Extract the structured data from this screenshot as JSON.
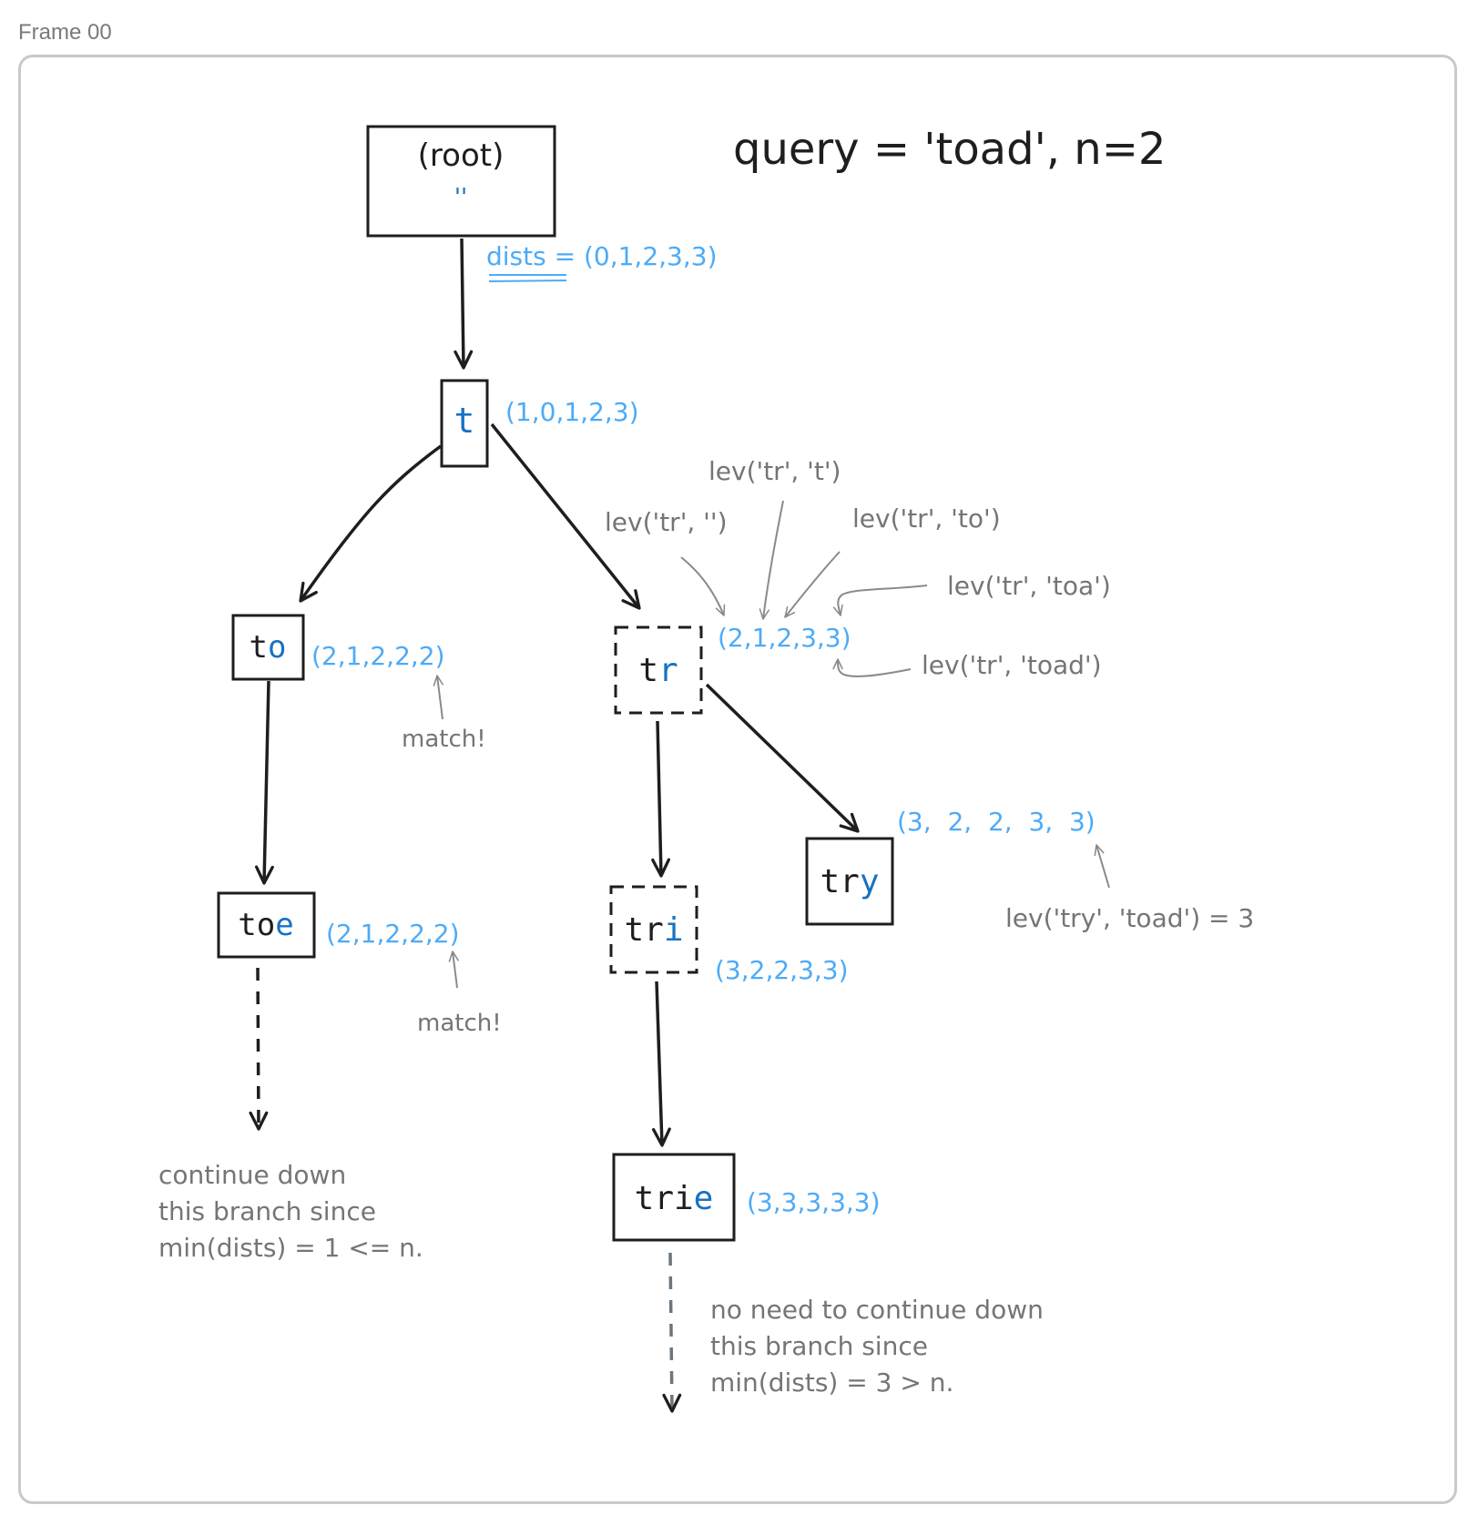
{
  "frame": {
    "title": "Frame 00"
  },
  "query_title": "query = 'toad', n=2",
  "colors": {
    "ink": "#1e1e1e",
    "blue": "#1971c2",
    "lightblue": "#4dabf7",
    "gray": "#757575"
  },
  "nodes": {
    "root": {
      "label": "(root)",
      "sub": "''"
    },
    "t": {
      "prefix": "",
      "last": "t"
    },
    "to": {
      "prefix": "t",
      "last": "o"
    },
    "tr": {
      "prefix": "t",
      "last": "r"
    },
    "toe": {
      "prefix": "to",
      "last": "e"
    },
    "tri": {
      "prefix": "tr",
      "last": "i"
    },
    "try": {
      "prefix": "tr",
      "last": "y"
    },
    "trie": {
      "prefix": "tri",
      "last": "e"
    }
  },
  "dists": {
    "root_label": "dists",
    "root_value": " = (0,1,2,3,3)",
    "t": "(1,0,1,2,3)",
    "to": "(2,1,2,2,2)",
    "tr": "(2,1,2,3,3)",
    "toe": "(2,1,2,2,2)",
    "tri": "(3,2,2,3,3)",
    "try": "(3,  2,  2,  3,  3)",
    "trie": "(3,3,3,3,3)"
  },
  "annotations": {
    "lev_tr_empty": "lev('tr', '')",
    "lev_tr_t": "lev('tr', 't')",
    "lev_tr_to": "lev('tr', 'to')",
    "lev_tr_toa": "lev('tr', 'toa')",
    "lev_tr_toad": "lev('tr', 'toad')",
    "lev_try_toad": "lev('try', 'toad') = 3",
    "match_to": "match!",
    "match_toe": "match!",
    "continue_note": [
      "continue down",
      "this branch since",
      "min(dists) = 1 <= n."
    ],
    "stop_note": [
      "no need to continue down",
      "this branch since",
      "min(dists) = 3 > n."
    ]
  }
}
